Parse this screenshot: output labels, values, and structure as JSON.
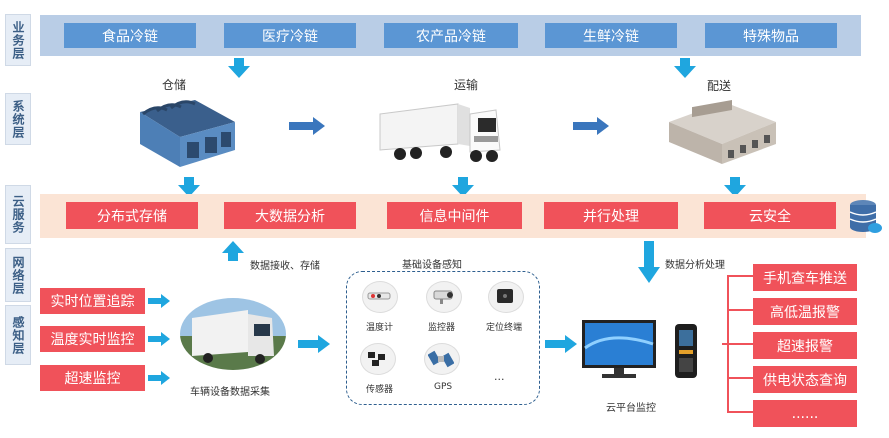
{
  "layers": {
    "business": "业务层",
    "system": "系统层",
    "cloud": "云服务",
    "network": "网络层",
    "perception": "感知层"
  },
  "business_items": [
    "食品冷链",
    "医疗冷链",
    "农产品冷链",
    "生鲜冷链",
    "特殊物品"
  ],
  "system": {
    "warehouse": "仓储",
    "transport": "运输",
    "delivery": "配送"
  },
  "cloud_items": [
    "分布式存储",
    "大数据分析",
    "信息中间件",
    "并行处理",
    "云安全"
  ],
  "left_monitor": [
    "实时位置追踪",
    "温度实时监控",
    "超速监控"
  ],
  "labels": {
    "data_receive": "数据接收、存储",
    "data_analysis": "数据分析处理",
    "vehicle_collect": "车辆设备数据采集",
    "cloud_monitor": "云平台监控",
    "base_devices": "基础设备感知"
  },
  "devices": [
    "温度计",
    "监控器",
    "定位终端",
    "传感器",
    "GPS",
    "..."
  ],
  "right_alerts": [
    "手机查车推送",
    "高低温报警",
    "超速报警",
    "供电状态查询",
    "......"
  ],
  "colors": {
    "blue_button": "#5b96d4",
    "red_button": "#f0525a",
    "arrow": "#1fa6df"
  }
}
